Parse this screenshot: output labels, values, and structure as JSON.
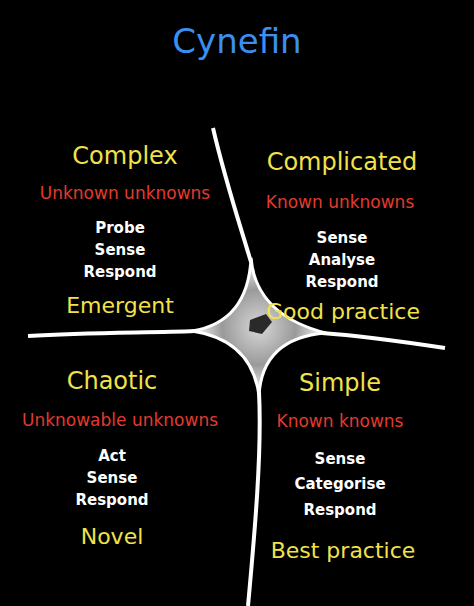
{
  "diagram": {
    "title": "Cynefin",
    "labels": [
      "Complex",
      "Unknown unknowns",
      "Probe",
      "Sense",
      "Respond",
      "Emergent",
      "Complicated",
      "Known unknowns",
      "Sense",
      "Analyse",
      "Respond",
      "Good practice",
      "Chaotic",
      "Unknowable unknowns",
      "Act",
      "Sense",
      "Respond",
      "Novel",
      "Simple",
      "Known knowns",
      "Sense",
      "Categorise",
      "Respond",
      "Best practice"
    ]
  }
}
